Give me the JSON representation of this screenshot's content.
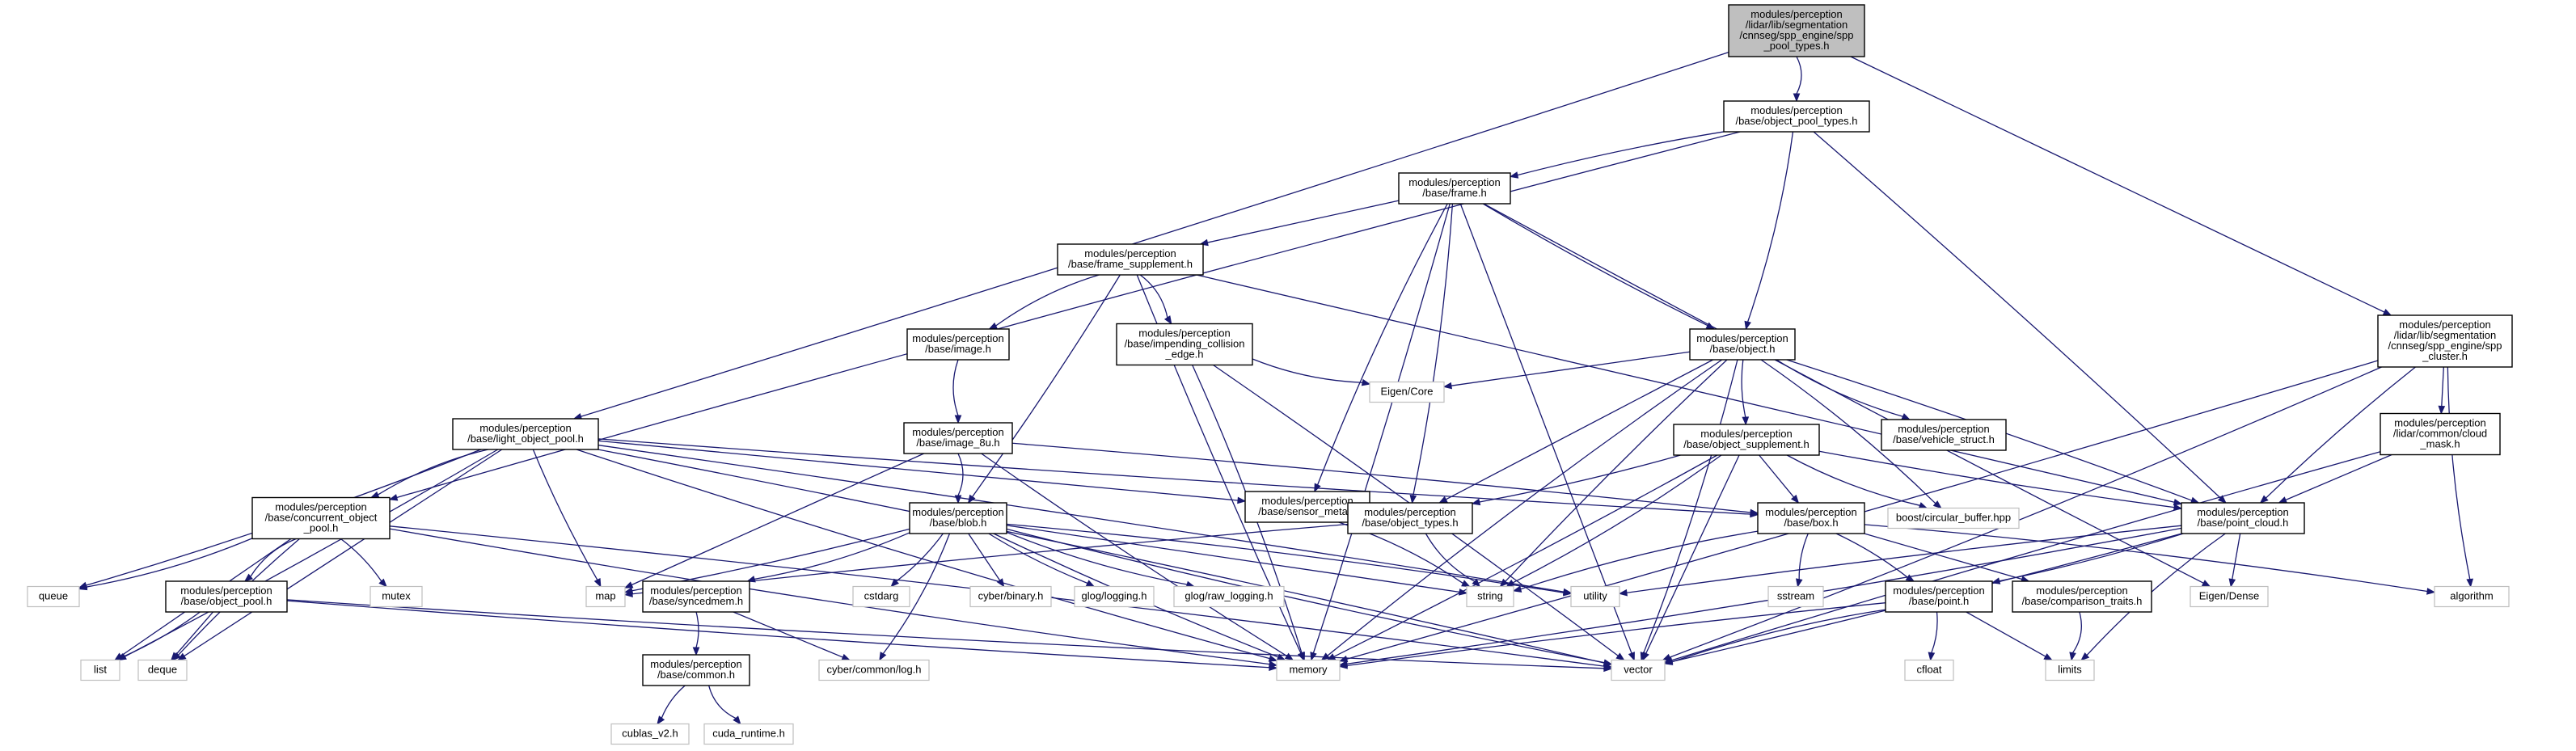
{
  "graph": {
    "nodes": [
      {
        "id": "root",
        "lines": [
          "modules/perception",
          "/lidar/lib/segmentation",
          "/cnnseg/spp_engine/spp",
          "_pool_types.h"
        ],
        "kind": "root"
      },
      {
        "id": "object_pool_types",
        "lines": [
          "modules/perception",
          "/base/object_pool_types.h"
        ],
        "kind": "file"
      },
      {
        "id": "frame",
        "lines": [
          "modules/perception",
          "/base/frame.h"
        ],
        "kind": "file"
      },
      {
        "id": "frame_supplement",
        "lines": [
          "modules/perception",
          "/base/frame_supplement.h"
        ],
        "kind": "file"
      },
      {
        "id": "image",
        "lines": [
          "modules/perception",
          "/base/image.h"
        ],
        "kind": "file"
      },
      {
        "id": "impending_collision_edge",
        "lines": [
          "modules/perception",
          "/base/impending_collision",
          "_edge.h"
        ],
        "kind": "file"
      },
      {
        "id": "image_8u",
        "lines": [
          "modules/perception",
          "/base/image_8u.h"
        ],
        "kind": "file"
      },
      {
        "id": "object",
        "lines": [
          "modules/perception",
          "/base/object.h"
        ],
        "kind": "file"
      },
      {
        "id": "spp_cluster",
        "lines": [
          "modules/perception",
          "/lidar/lib/segmentation",
          "/cnnseg/spp_engine/spp",
          "_cluster.h"
        ],
        "kind": "file"
      },
      {
        "id": "light_object_pool",
        "lines": [
          "modules/perception",
          "/base/light_object_pool.h"
        ],
        "kind": "file"
      },
      {
        "id": "concurrent_object_pool",
        "lines": [
          "modules/perception",
          "/base/concurrent_object",
          "_pool.h"
        ],
        "kind": "file"
      },
      {
        "id": "object_pool",
        "lines": [
          "modules/perception",
          "/base/object_pool.h"
        ],
        "kind": "file"
      },
      {
        "id": "blob",
        "lines": [
          "modules/perception",
          "/base/blob.h"
        ],
        "kind": "file"
      },
      {
        "id": "syncedmem",
        "lines": [
          "modules/perception",
          "/base/syncedmem.h"
        ],
        "kind": "file"
      },
      {
        "id": "common",
        "lines": [
          "modules/perception",
          "/base/common.h"
        ],
        "kind": "file"
      },
      {
        "id": "sensor_meta",
        "lines": [
          "modules/perception",
          "/base/sensor_meta.h"
        ],
        "kind": "file"
      },
      {
        "id": "object_types",
        "lines": [
          "modules/perception",
          "/base/object_types.h"
        ],
        "kind": "file"
      },
      {
        "id": "object_supplement",
        "lines": [
          "modules/perception",
          "/base/object_supplement.h"
        ],
        "kind": "file"
      },
      {
        "id": "vehicle_struct",
        "lines": [
          "modules/perception",
          "/base/vehicle_struct.h"
        ],
        "kind": "file"
      },
      {
        "id": "box",
        "lines": [
          "modules/perception",
          "/base/box.h"
        ],
        "kind": "file"
      },
      {
        "id": "point",
        "lines": [
          "modules/perception",
          "/base/point.h"
        ],
        "kind": "file"
      },
      {
        "id": "comparison_traits",
        "lines": [
          "modules/perception",
          "/base/comparison_traits.h"
        ],
        "kind": "file"
      },
      {
        "id": "point_cloud",
        "lines": [
          "modules/perception",
          "/base/point_cloud.h"
        ],
        "kind": "file"
      },
      {
        "id": "cloud_mask",
        "lines": [
          "modules/perception",
          "/lidar/common/cloud",
          "_mask.h"
        ],
        "kind": "file"
      },
      {
        "id": "eigen_core",
        "lines": [
          "Eigen/Core"
        ],
        "kind": "ext"
      },
      {
        "id": "circular_buffer",
        "lines": [
          "boost/circular_buffer.hpp"
        ],
        "kind": "ext"
      },
      {
        "id": "eigen_dense",
        "lines": [
          "Eigen/Dense"
        ],
        "kind": "ext"
      },
      {
        "id": "algorithm",
        "lines": [
          "algorithm"
        ],
        "kind": "ext"
      },
      {
        "id": "queue",
        "lines": [
          "queue"
        ],
        "kind": "ext"
      },
      {
        "id": "mutex",
        "lines": [
          "mutex"
        ],
        "kind": "ext"
      },
      {
        "id": "map",
        "lines": [
          "map"
        ],
        "kind": "ext"
      },
      {
        "id": "list",
        "lines": [
          "list"
        ],
        "kind": "ext"
      },
      {
        "id": "deque",
        "lines": [
          "deque"
        ],
        "kind": "ext"
      },
      {
        "id": "cstdarg",
        "lines": [
          "cstdarg"
        ],
        "kind": "ext"
      },
      {
        "id": "cyber_binary",
        "lines": [
          "cyber/binary.h"
        ],
        "kind": "ext"
      },
      {
        "id": "glog_logging",
        "lines": [
          "glog/logging.h"
        ],
        "kind": "ext"
      },
      {
        "id": "glog_raw_logging",
        "lines": [
          "glog/raw_logging.h"
        ],
        "kind": "ext"
      },
      {
        "id": "string",
        "lines": [
          "string"
        ],
        "kind": "ext"
      },
      {
        "id": "utility",
        "lines": [
          "utility"
        ],
        "kind": "ext"
      },
      {
        "id": "sstream",
        "lines": [
          "sstream"
        ],
        "kind": "ext"
      },
      {
        "id": "memory",
        "lines": [
          "memory"
        ],
        "kind": "ext"
      },
      {
        "id": "vector",
        "lines": [
          "vector"
        ],
        "kind": "ext"
      },
      {
        "id": "limits",
        "lines": [
          "limits"
        ],
        "kind": "ext"
      },
      {
        "id": "cfloat",
        "lines": [
          "cfloat"
        ],
        "kind": "ext"
      },
      {
        "id": "cyber_log",
        "lines": [
          "cyber/common/log.h"
        ],
        "kind": "ext"
      },
      {
        "id": "cublas",
        "lines": [
          "cublas_v2.h"
        ],
        "kind": "ext"
      },
      {
        "id": "cuda_runtime",
        "lines": [
          "cuda_runtime.h"
        ],
        "kind": "ext"
      }
    ],
    "edges": [
      [
        "root",
        "object_pool_types"
      ],
      [
        "root",
        "light_object_pool"
      ],
      [
        "root",
        "spp_cluster"
      ],
      [
        "object_pool_types",
        "frame"
      ],
      [
        "object_pool_types",
        "concurrent_object_pool"
      ],
      [
        "object_pool_types",
        "object"
      ],
      [
        "object_pool_types",
        "point_cloud"
      ],
      [
        "frame",
        "frame_supplement"
      ],
      [
        "frame",
        "object"
      ],
      [
        "frame",
        "sensor_meta"
      ],
      [
        "frame",
        "object_types"
      ],
      [
        "frame",
        "memory"
      ],
      [
        "frame",
        "vector"
      ],
      [
        "frame",
        "eigen_dense"
      ],
      [
        "frame_supplement",
        "image"
      ],
      [
        "frame_supplement",
        "impending_collision_edge"
      ],
      [
        "frame_supplement",
        "blob"
      ],
      [
        "frame_supplement",
        "point_cloud"
      ],
      [
        "frame_supplement",
        "memory"
      ],
      [
        "image",
        "image_8u"
      ],
      [
        "image_8u",
        "blob"
      ],
      [
        "image_8u",
        "box"
      ],
      [
        "image_8u",
        "map"
      ],
      [
        "image_8u",
        "memory"
      ],
      [
        "impending_collision_edge",
        "eigen_core"
      ],
      [
        "impending_collision_edge",
        "memory"
      ],
      [
        "impending_collision_edge",
        "vector"
      ],
      [
        "object",
        "eigen_core"
      ],
      [
        "object",
        "object_supplement"
      ],
      [
        "object",
        "vehicle_struct"
      ],
      [
        "object",
        "circular_buffer"
      ],
      [
        "object",
        "point_cloud"
      ],
      [
        "object",
        "object_types"
      ],
      [
        "object",
        "string"
      ],
      [
        "object",
        "memory"
      ],
      [
        "object",
        "vector"
      ],
      [
        "object_supplement",
        "object_types"
      ],
      [
        "object_supplement",
        "box"
      ],
      [
        "object_supplement",
        "point_cloud"
      ],
      [
        "object_supplement",
        "circular_buffer"
      ],
      [
        "object_supplement",
        "string"
      ],
      [
        "object_supplement",
        "memory"
      ],
      [
        "object_supplement",
        "vector"
      ],
      [
        "object_types",
        "map"
      ],
      [
        "object_types",
        "string"
      ],
      [
        "sensor_meta",
        "string"
      ],
      [
        "box",
        "point"
      ],
      [
        "box",
        "comparison_traits"
      ],
      [
        "box",
        "sstream"
      ],
      [
        "box",
        "string"
      ],
      [
        "box",
        "algorithm"
      ],
      [
        "point",
        "cfloat"
      ],
      [
        "point",
        "limits"
      ],
      [
        "point",
        "memory"
      ],
      [
        "point",
        "vector"
      ],
      [
        "comparison_traits",
        "limits"
      ],
      [
        "point_cloud",
        "point"
      ],
      [
        "point_cloud",
        "eigen_dense"
      ],
      [
        "point_cloud",
        "utility"
      ],
      [
        "point_cloud",
        "limits"
      ],
      [
        "point_cloud",
        "memory"
      ],
      [
        "point_cloud",
        "vector"
      ],
      [
        "spp_cluster",
        "cloud_mask"
      ],
      [
        "spp_cluster",
        "point_cloud"
      ],
      [
        "spp_cluster",
        "algorithm"
      ],
      [
        "spp_cluster",
        "vector"
      ],
      [
        "spp_cluster",
        "memory"
      ],
      [
        "cloud_mask",
        "point_cloud"
      ],
      [
        "cloud_mask",
        "vector"
      ],
      [
        "light_object_pool",
        "concurrent_object_pool"
      ],
      [
        "light_object_pool",
        "queue"
      ],
      [
        "light_object_pool",
        "list"
      ],
      [
        "light_object_pool",
        "deque"
      ],
      [
        "light_object_pool",
        "map"
      ],
      [
        "light_object_pool",
        "memory"
      ],
      [
        "light_object_pool",
        "vector"
      ],
      [
        "light_object_pool",
        "utility"
      ],
      [
        "light_object_pool",
        "sensor_meta"
      ],
      [
        "light_object_pool",
        "box"
      ],
      [
        "concurrent_object_pool",
        "object_pool"
      ],
      [
        "concurrent_object_pool",
        "queue"
      ],
      [
        "concurrent_object_pool",
        "mutex"
      ],
      [
        "concurrent_object_pool",
        "list"
      ],
      [
        "concurrent_object_pool",
        "deque"
      ],
      [
        "concurrent_object_pool",
        "memory"
      ],
      [
        "concurrent_object_pool",
        "vector"
      ],
      [
        "object_pool",
        "list"
      ],
      [
        "object_pool",
        "deque"
      ],
      [
        "object_pool",
        "memory"
      ],
      [
        "object_pool",
        "vector"
      ],
      [
        "blob",
        "syncedmem"
      ],
      [
        "blob",
        "cstdarg"
      ],
      [
        "blob",
        "cyber_binary"
      ],
      [
        "blob",
        "glog_logging"
      ],
      [
        "blob",
        "glog_raw_logging"
      ],
      [
        "blob",
        "cyber_log"
      ],
      [
        "blob",
        "map"
      ],
      [
        "blob",
        "string"
      ],
      [
        "blob",
        "memory"
      ],
      [
        "blob",
        "vector"
      ],
      [
        "blob",
        "utility"
      ],
      [
        "syncedmem",
        "common"
      ],
      [
        "syncedmem",
        "cyber_log"
      ],
      [
        "common",
        "cublas"
      ],
      [
        "common",
        "cuda_runtime"
      ]
    ]
  }
}
